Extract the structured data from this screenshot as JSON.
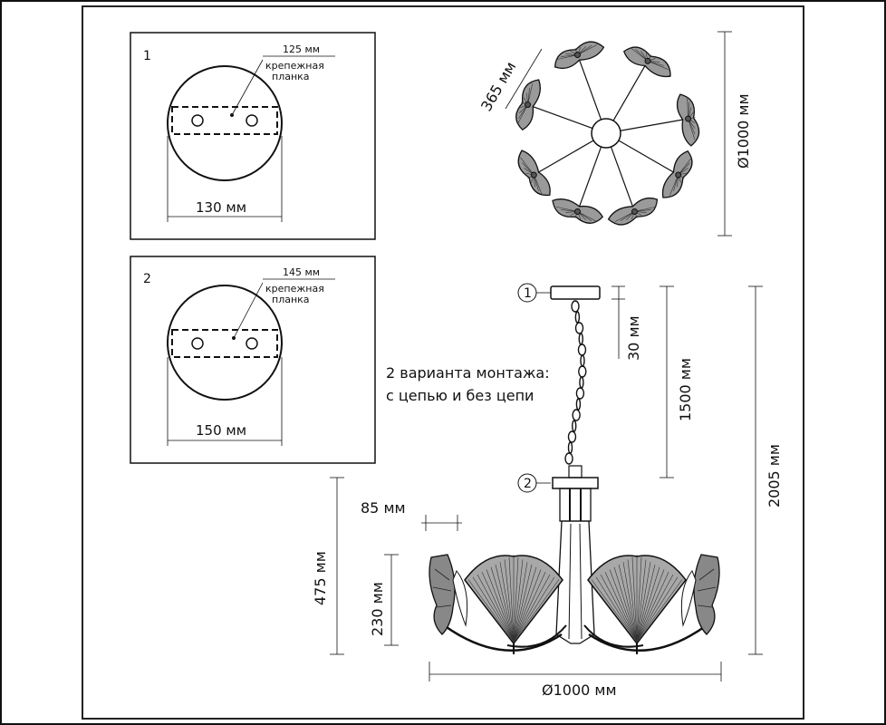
{
  "variant1": {
    "number": "1",
    "bracket_width": "125 мм",
    "bracket_label_line1": "крепежная",
    "bracket_label_line2": "планка",
    "base_diameter": "130 мм"
  },
  "variant2": {
    "number": "2",
    "bracket_width": "145 мм",
    "bracket_label_line1": "крепежная",
    "bracket_label_line2": "планка",
    "base_diameter": "150 мм"
  },
  "top_view": {
    "arm_length": "365 мм",
    "diameter": "Ø1000 мм"
  },
  "side_view": {
    "mount_note_line1": "2 варианта монтажа:",
    "mount_note_line2": "с цепью и без цепи",
    "marker_1": "1",
    "marker_2": "2",
    "canopy_height": "30 мм",
    "chain_length": "1500 мм",
    "total_height": "2005 мм",
    "body_height": "475 мм",
    "shade_height": "230 мм",
    "shade_offset": "85 мм",
    "width": "Ø1000 мм"
  },
  "colors": {
    "line": "#111111",
    "shade_fill": "#9a9a9a",
    "dark_fill": "#555555"
  }
}
